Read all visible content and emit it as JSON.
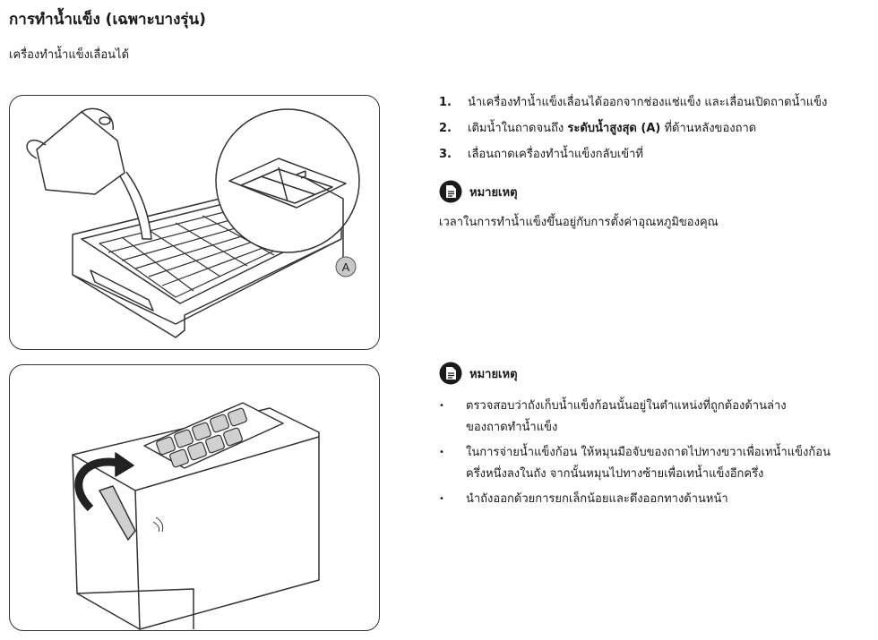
{
  "page": {
    "title": "การทำน้ำแข็ง (เฉพาะบางรุ่น)",
    "subtitle": "เครื่องทำน้ำแข็งเลื่อนได้"
  },
  "figure1": {
    "callout_label": "A"
  },
  "steps": [
    {
      "num": "1.",
      "text": "นำเครื่องทำน้ำแข็งเลื่อนได้ออกจากช่องแช่แข็ง และเลื่อนเปิดถาดน้ำแข็ง"
    },
    {
      "num": "2.",
      "text_before": "เติมน้ำในถาดจนถึง ",
      "text_bold": "ระดับน้ำสูงสุด (A)",
      "text_after": " ที่ด้านหลังของถาด"
    },
    {
      "num": "3.",
      "text": "เลื่อนถาดเครื่องทำน้ำแข็งกลับเข้าที่"
    }
  ],
  "note1": {
    "icon": "note-icon",
    "heading": "หมายเหตุ",
    "text": "เวลาในการทำน้ำแข็งขึ้นอยู่กับการตั้งค่าอุณหภูมิของคุณ"
  },
  "note2": {
    "icon": "note-icon",
    "heading": "หมายเหตุ",
    "bullet_symbol": "•",
    "items": [
      {
        "line1": "ตรวจสอบว่าถังเก็บน้ำแข็งก้อนนั้นอยู่ในตำแหน่งที่ถูกต้องด้านล่าง",
        "line2": "ของถาดทำน้ำแข็ง"
      },
      {
        "line1": "ในการจ่ายน้ำแข็งก้อน ให้หมุนมือจับของถาดไปทางขวาเพื่อเทน้ำแข็งก้อน",
        "line2": "ครึ่งหนึ่งลงในถัง จากนั้นหมุนไปทางซ้ายเพื่อเทน้ำแข็งอีกครึ่ง"
      },
      {
        "line1": "นำถังออกด้วยการยกเล็กน้อยและดึงออกทางด้านหน้า",
        "line2": ""
      }
    ]
  },
  "colors": {
    "text": "#1a1a1a",
    "line": "#333333",
    "fill_grey": "#d0d0d0",
    "callout_bg": "#c8c8c8"
  }
}
